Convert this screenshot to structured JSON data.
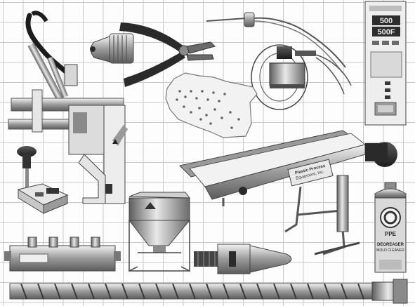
{
  "controller": {
    "display_top": "500",
    "display_bottom": "500F"
  },
  "conveyor": {
    "brand_lines": [
      "Plastic Process",
      "Equipment, Inc."
    ]
  },
  "degreaser_can": {
    "brand": "PPE",
    "lines": [
      "DEGREASER",
      "MOLD CLEANER"
    ]
  },
  "colors": {
    "grid": "#c9c9c9",
    "background": "#fdfdfd",
    "metal": "#8a8a8a",
    "dark": "#2a2a2a"
  }
}
